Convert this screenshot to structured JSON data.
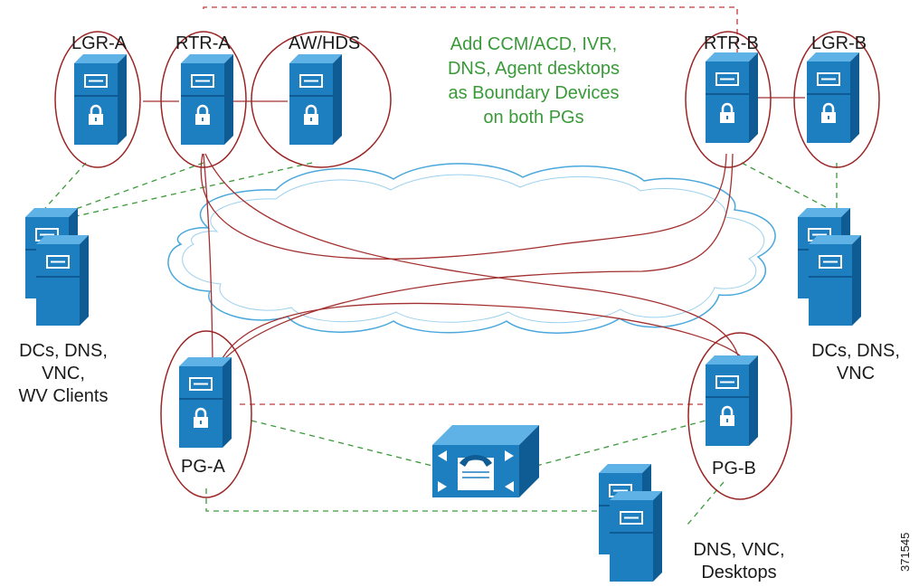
{
  "labels": {
    "lgr_a": "LGR-A",
    "rtr_a": "RTR-A",
    "aw_hds": "AW/HDS",
    "rtr_b": "RTR-B",
    "lgr_b": "LGR-B",
    "pg_a": "PG-A",
    "pg_b": "PG-B"
  },
  "note_lines": [
    "Add CCM/ACD, IVR,",
    "DNS, Agent desktops",
    "as Boundary Devices",
    "on both PGs"
  ],
  "groups": {
    "left": [
      "DCs, DNS,",
      "VNC,",
      "WV Clients"
    ],
    "right": [
      "DCs, DNS,",
      "VNC"
    ],
    "bottom": [
      "DNS, VNC,",
      "Desktops"
    ]
  },
  "figure_id": "371545",
  "colors": {
    "server_blue": "#1e7fc0",
    "server_dark": "#0f5b94",
    "server_light": "#5fb2e6",
    "circle_red": "#9b2525",
    "link_red": "#a33030",
    "dashed_green": "#3a9a3a",
    "dashed_red": "#c03a3a",
    "cloud_stroke": "#4aa8dc",
    "cloud_fill": "#ffffff",
    "note_green": "#3a9a3a"
  }
}
